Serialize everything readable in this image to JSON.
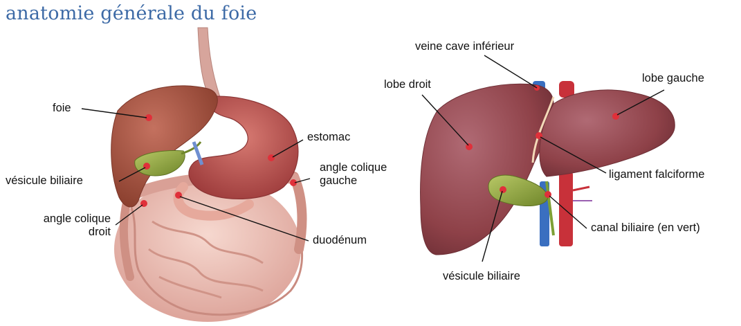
{
  "title": "anatomie générale du foie",
  "left_figure": {
    "labels": {
      "foie": "foie",
      "vesicule_biliaire": "vésicule biliaire",
      "angle_colique_droit_line1": "angle colique",
      "angle_colique_droit_line2": "droit",
      "estomac": "estomac",
      "angle_colique_gauche_line1": "angle colique",
      "angle_colique_gauche_line2": "gauche",
      "duodenum": "duodénum"
    }
  },
  "right_figure": {
    "labels": {
      "veine_cave_inferieur": "veine cave inférieur",
      "lobe_droit": "lobe droit",
      "lobe_gauche": "lobe gauche",
      "ligament_falciforme": "ligament falciforme",
      "canal_biliaire": "canal biliaire (en vert)",
      "vesicule_biliaire": "vésicule biliaire"
    }
  },
  "colors": {
    "title": "#3d6aa6",
    "liver": "#8e4148",
    "liver_highlight": "#b46670",
    "gallbladder": "#8da43a",
    "vein": "#3a6fc0",
    "artery": "#c8313a",
    "intestine": "#eab9b0",
    "stomach": "#c45a5a",
    "marker": "#e0303a"
  }
}
